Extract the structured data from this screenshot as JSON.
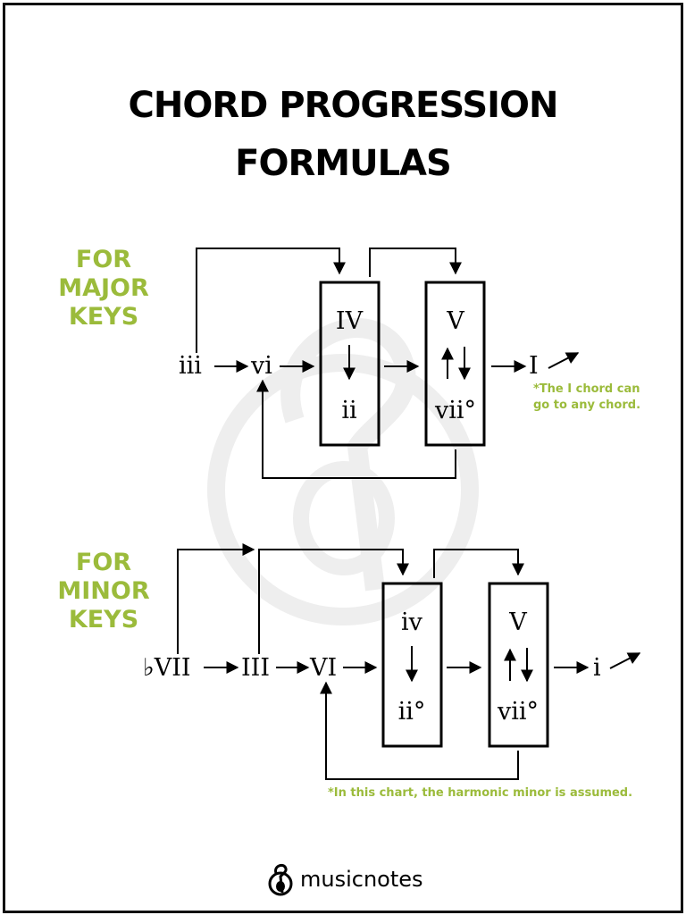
{
  "title": {
    "line1": "CHORD PROGRESSION",
    "line2": "FORMULAS"
  },
  "major": {
    "label_lines": [
      "FOR",
      "MAJOR",
      "KEYS"
    ],
    "chords": {
      "iii": "iii",
      "vi": "vi",
      "box1_top": "IV",
      "box1_bottom": "ii",
      "box2_top": "V",
      "box2_bottom": "vii°",
      "tonic": "I"
    },
    "note_lines": [
      "*The I chord can",
      "go to any chord."
    ]
  },
  "minor": {
    "label_lines": [
      "FOR",
      "MINOR",
      "KEYS"
    ],
    "chords": {
      "bVII": "♭VII",
      "III": "III",
      "VI": "VI",
      "box1_top": "iv",
      "box1_bottom": "ii°",
      "box2_top": "V",
      "box2_bottom": "vii°",
      "tonic": "i"
    },
    "note": "*In this chart, the harmonic minor is assumed."
  },
  "brand": {
    "name": "musicnotes",
    "icon": "musicnotes-logo-icon"
  },
  "colors": {
    "accent": "#9bbb3b",
    "ink": "#000000",
    "watermark": "#eeeeee"
  }
}
